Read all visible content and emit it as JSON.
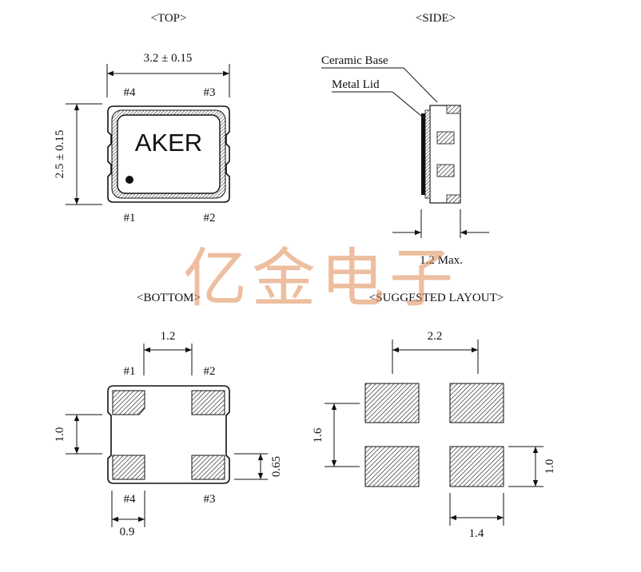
{
  "views": {
    "top": "<TOP>",
    "side": "<SIDE>",
    "bottom": "<BOTTOM>",
    "layout": "<SUGGESTED LAYOUT>"
  },
  "top_view": {
    "width_dim": "3.2 ± 0.15",
    "height_dim": "2.5 ± 0.15",
    "marking": "AKER",
    "pins": {
      "p1": "#1",
      "p2": "#2",
      "p3": "#3",
      "p4": "#4"
    }
  },
  "side_view": {
    "ceramic_base": "Ceramic Base",
    "metal_lid": "Metal Lid",
    "height_dim": "1.2 Max."
  },
  "bottom_view": {
    "pad_pitch": "1.2",
    "pad_height": "1.0",
    "pad_gap": "0.65",
    "pad_width": "0.9",
    "pins": {
      "p1": "#1",
      "p2": "#2",
      "p3": "#3",
      "p4": "#4"
    }
  },
  "suggested_layout": {
    "pitch_x": "2.2",
    "pitch_y": "1.6",
    "pad_height": "1.0",
    "pad_width": "1.4"
  },
  "watermark": "亿金电子",
  "colors": {
    "line": "#111111",
    "watermark": "#e08a52",
    "background": "#ffffff"
  }
}
